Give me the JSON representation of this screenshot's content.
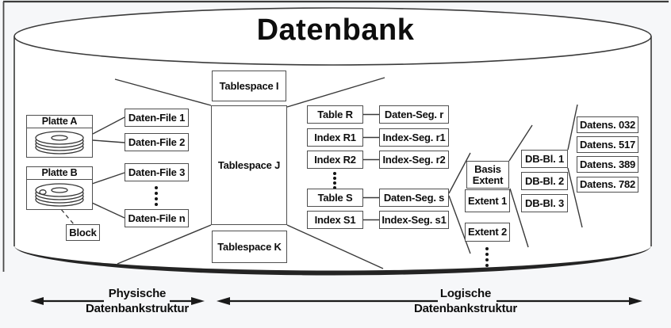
{
  "title": "Datenbank",
  "colors": {
    "background": "#f6f7f9",
    "line": "#3a3a3a",
    "box_border": "#4f4f4f",
    "text": "#0d0d0d",
    "cylinder_fill": "#ffffff"
  },
  "physical_structure": {
    "disk_a_label": "Platte A",
    "disk_b_label": "Platte B",
    "block_label": "Block",
    "data_files": [
      "Daten-File 1",
      "Daten-File 2",
      "Daten-File 3",
      "Daten-File n"
    ]
  },
  "tablespaces": {
    "i": "Tablespace I",
    "j": "Tablespace J",
    "k": "Tablespace K"
  },
  "table_segment_rows": [
    {
      "object": "Table R",
      "segment": "Daten-Seg. r"
    },
    {
      "object": "Index R1",
      "segment": "Index-Seg. r1"
    },
    {
      "object": "Index R2",
      "segment": "Index-Seg. r2"
    },
    {
      "object": "Table S",
      "segment": "Daten-Seg. s"
    },
    {
      "object": "Index S1",
      "segment": "Index-Seg. s1"
    }
  ],
  "extents": {
    "basis": "Basis\nExtent",
    "items": [
      "Extent 1",
      "Extent 2"
    ]
  },
  "db_blocks": [
    "DB-Bl. 1",
    "DB-Bl. 2",
    "DB-Bl. 3"
  ],
  "records": [
    "Datens. 032",
    "Datens. 517",
    "Datens. 389",
    "Datens. 782"
  ],
  "legend": {
    "physical": {
      "line1": "Physische",
      "line2": "Datenbankstruktur"
    },
    "logical": {
      "line1": "Logische",
      "line2": "Datenbankstruktur"
    }
  }
}
